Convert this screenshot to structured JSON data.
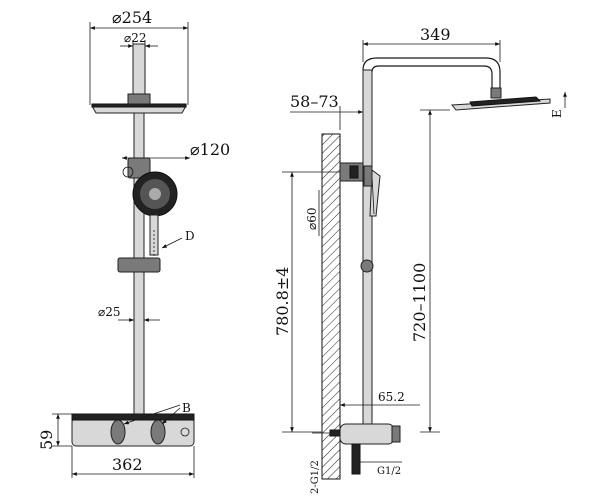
{
  "front_view": {
    "head_diameter": "⌀254",
    "arm_diameter": "⌀22",
    "hand_shower_diameter": "⌀120",
    "label_d": "D",
    "rail_diameter": "⌀25",
    "label_b": "B",
    "mixer_height": "59",
    "mixer_width": "362"
  },
  "side_view": {
    "arm_reach": "349",
    "wall_offset": "58–73",
    "holder_diameter": "⌀60",
    "label_e": "E",
    "bracket_height": "780.8±4",
    "head_height": "720–1100",
    "outlet_offset": "65.2",
    "inlet_connection": "2-G1/2",
    "outlet_connection": "G1/2"
  }
}
